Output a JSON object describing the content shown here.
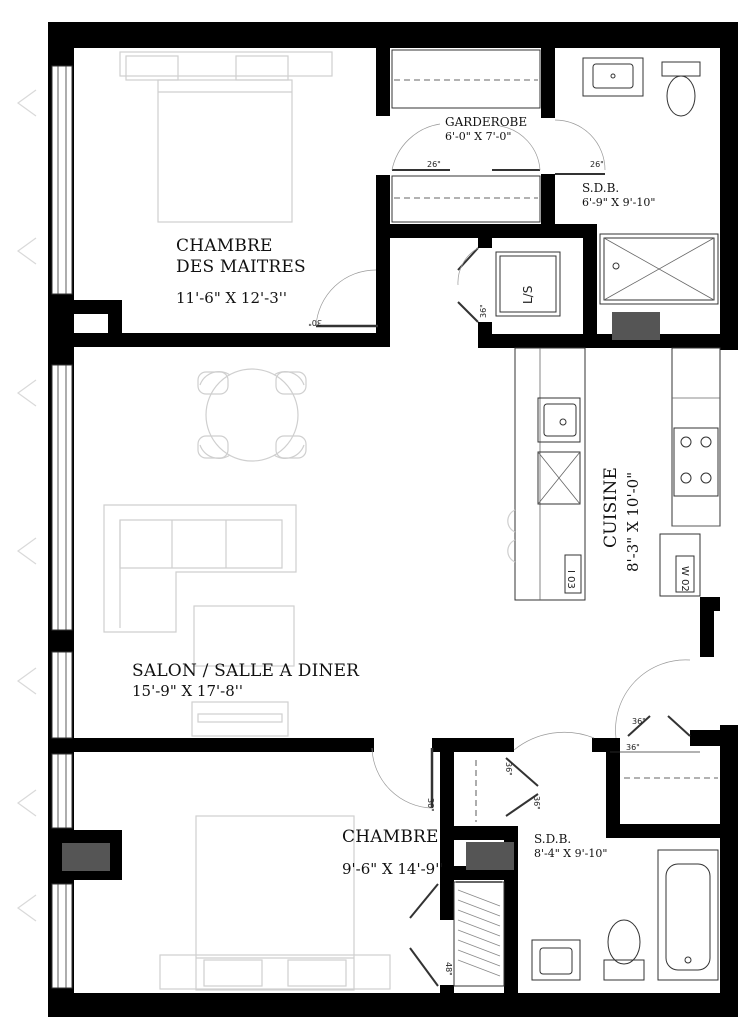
{
  "rooms": {
    "chambre_maitres": {
      "name_line1": "CHAMBRE",
      "name_line2": "DES MAITRES",
      "dims": "11'-6\" X 12'-3''"
    },
    "garderobe": {
      "name": "GARDEROBE",
      "dims": "6'-0\" X 7'-0\""
    },
    "sdb_master": {
      "name": "S.D.B.",
      "dims": "6'-9\" X 9'-10\""
    },
    "laundry": {
      "name": "L/S"
    },
    "cuisine": {
      "name": "CUISINE",
      "dims": "8'-3\" X 10'-0\""
    },
    "salon": {
      "name": "SALON / SALLE A DINER",
      "dims": "15'-9\" X  17'-8''"
    },
    "chambre": {
      "name": "CHAMBRE",
      "dims": "9'-6\" X 14'-9''"
    },
    "sdb_second": {
      "name": "S.D.B.",
      "dims": "8'-4\" X 9'-10\""
    }
  },
  "appliances": {
    "oven": "I 03",
    "washer": "W 02"
  },
  "door_widths": {
    "master_entry": "30\"",
    "closet_left": "26\"",
    "closet_right": "26\"",
    "laundry": "36\"",
    "kitchen_closet_a": "36\"",
    "kitchen_closet_b": "36\"",
    "bath_hall_a": "36\"",
    "bath_hall_b": "36\"",
    "chambre_entry": "30\"",
    "chambre_closet": "48\""
  }
}
